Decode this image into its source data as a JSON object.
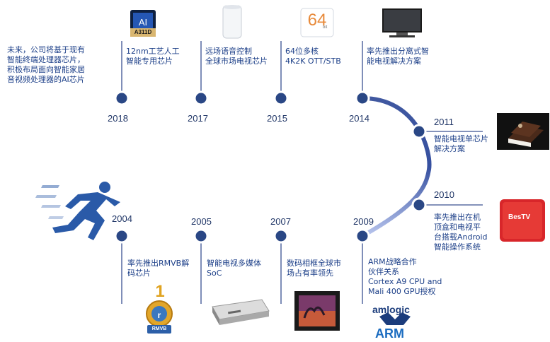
{
  "intro": {
    "lines": [
      "未来，公司将基于现有",
      "智能终端处理器芯片，",
      "积极布局面向智能家居",
      "音视频处理器的AI芯片"
    ]
  },
  "upper_milestones": [
    {
      "year": "2018",
      "lines": [
        "12nm工艺人工",
        "智能专用芯片"
      ],
      "icon": "a311d-chip-icon",
      "badge": "A311D"
    },
    {
      "year": "2017",
      "lines": [
        "远场语音控制",
        "全球市场电视芯片"
      ],
      "icon": "smart-speaker-icon"
    },
    {
      "year": "2015",
      "lines": [
        "64位多核",
        "4K2K OTT/STB"
      ],
      "icon": "64bit-icon",
      "badge": "64",
      "badge_small": "bit"
    },
    {
      "year": "2014",
      "lines": [
        "率先推出分离式智",
        "能电视解决方案"
      ],
      "icon": "flat-tv-icon"
    }
  ],
  "right_milestones": [
    {
      "year": "2011",
      "lines": [
        "智能电视单芯片",
        "解决方案"
      ],
      "icon": "ice-cream-sandwich-icon"
    },
    {
      "year": "2010",
      "lines": [
        "率先推出在机",
        "顶盒和电视平",
        "台搭载Android",
        "智能操作系统"
      ],
      "icon": "red-tv-box-icon",
      "badge": "BesTV"
    }
  ],
  "lower_milestones": [
    {
      "year": "2004",
      "lines": [
        "率先推出RMVB解",
        "码芯片"
      ],
      "icon": "rmvb-medal-icon",
      "badge": "RMVB",
      "medal": "1"
    },
    {
      "year": "2005",
      "lines": [
        "智能电视多媒体",
        "SoC"
      ],
      "icon": "dvd-player-icon"
    },
    {
      "year": "2007",
      "lines": [
        "数码相框全球市",
        "场占有率领先"
      ],
      "icon": "photo-frame-icon"
    },
    {
      "year": "2009",
      "lines": [
        "ARM战略合作",
        "伙伴关系",
        "Cortex A9 CPU and",
        "Mali 400 GPU授权"
      ],
      "icon": "amlogic-arm-logo",
      "logo_top": "amlogic",
      "logo_bottom": "ARM"
    }
  ],
  "colors": {
    "line_dark": "#2a3f7e",
    "line_light": "#b6c3ea",
    "node": "#2a4785",
    "text": "#1c3f88"
  }
}
